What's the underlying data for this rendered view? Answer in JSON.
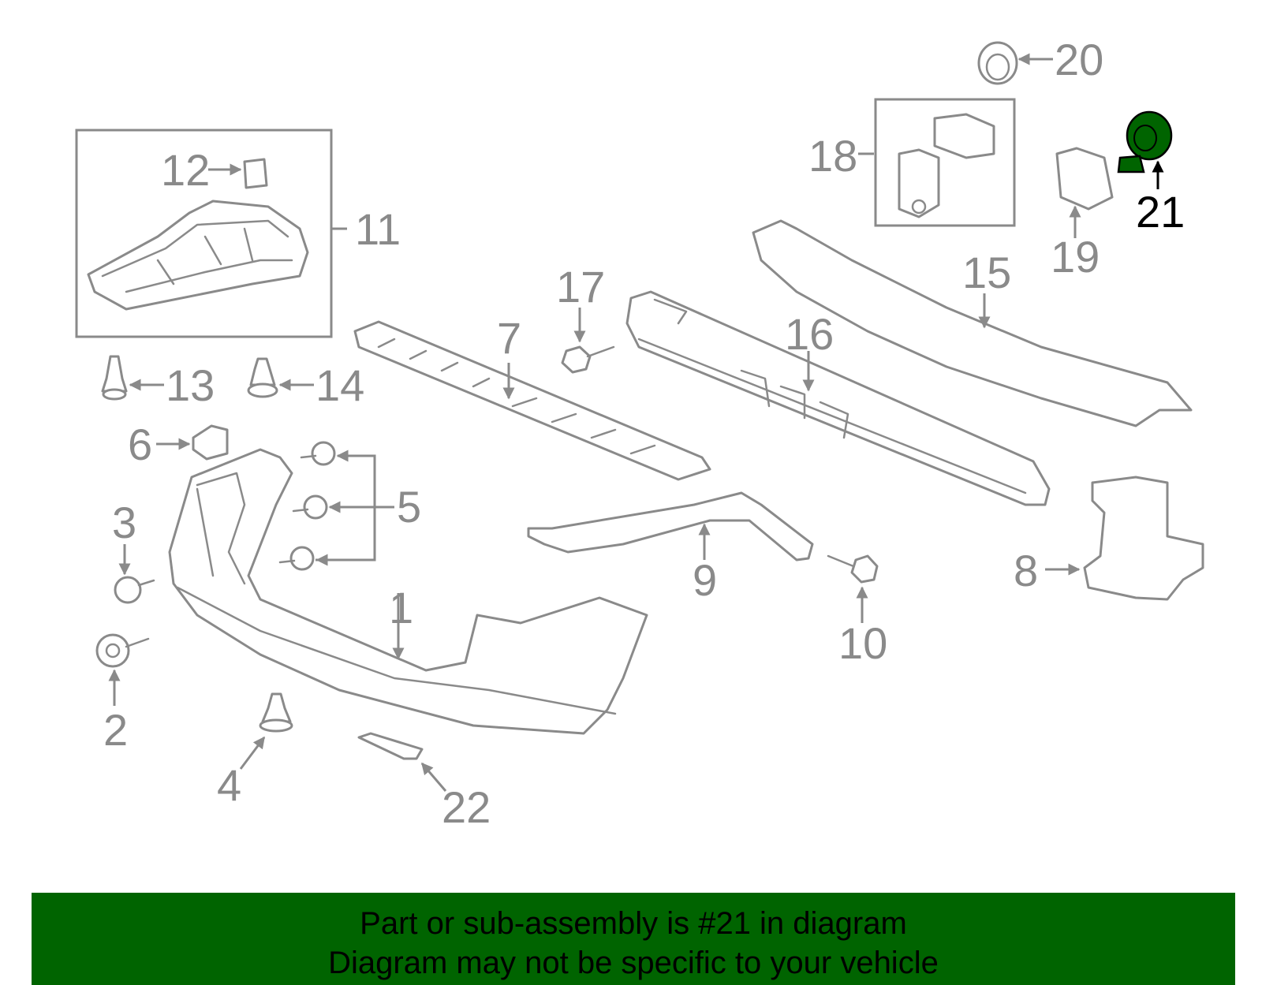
{
  "diagram": {
    "highlight_color": "#006400",
    "callout_color": "#8a8a8a",
    "active_callout": "21",
    "callouts": [
      "1",
      "2",
      "3",
      "4",
      "5",
      "6",
      "7",
      "8",
      "9",
      "10",
      "11",
      "12",
      "13",
      "14",
      "15",
      "16",
      "17",
      "18",
      "19",
      "20",
      "21",
      "22"
    ]
  },
  "banner": {
    "line1": "Part or sub-assembly is #21 in diagram",
    "line2": "Diagram may not be specific to your vehicle",
    "background": "#006400"
  }
}
